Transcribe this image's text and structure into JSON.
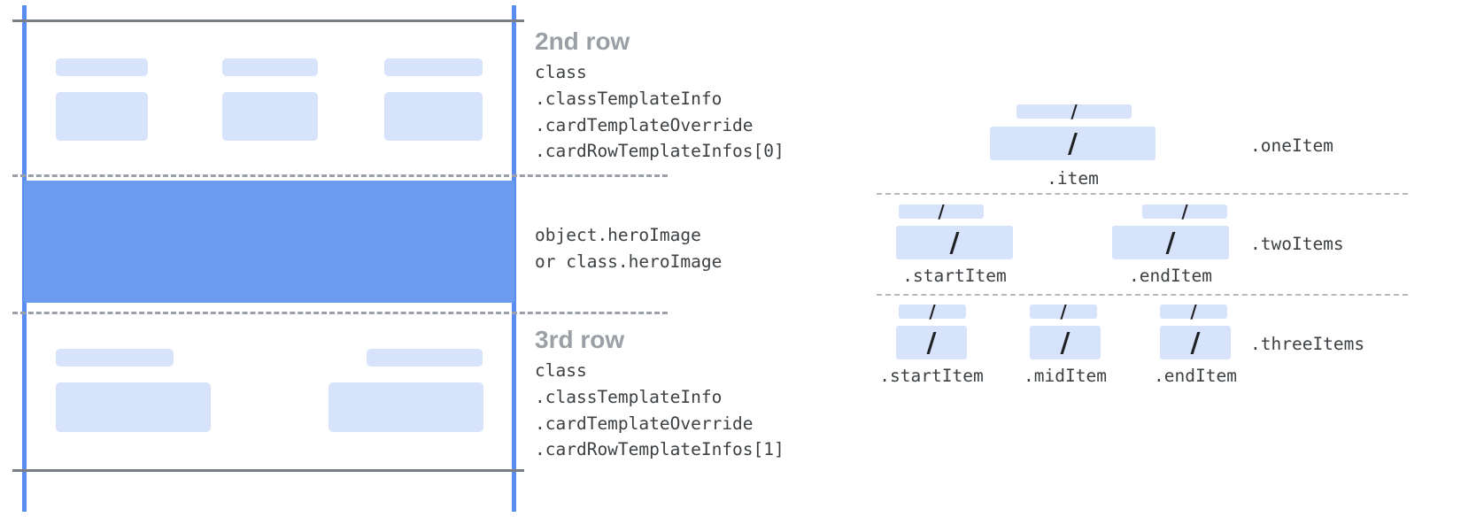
{
  "card": {
    "rows": [
      {
        "title": "2nd row",
        "code": "class\n.classTemplateInfo\n.cardTemplateOverride\n.cardRowTemplateInfos[0]"
      },
      {
        "title": "",
        "code": "object.heroImage\nor class.heroImage"
      },
      {
        "title": "3rd row",
        "code": "class\n.classTemplateInfo\n.cardTemplateOverride\n.cardRowTemplateInfos[1]"
      }
    ]
  },
  "items": {
    "slot_glyph": "/",
    "groups": [
      {
        "name": ".oneItem",
        "slots": [
          {
            "label": ".item"
          }
        ]
      },
      {
        "name": ".twoItems",
        "slots": [
          {
            "label": ".startItem"
          },
          {
            "label": ".endItem"
          }
        ]
      },
      {
        "name": ".threeItems",
        "slots": [
          {
            "label": ".startItem"
          },
          {
            "label": ".midItem"
          },
          {
            "label": ".endItem"
          }
        ]
      }
    ]
  },
  "colors": {
    "chip": "#d7e3fb",
    "hero": "#6a9bee",
    "rule_blue": "#5a8df0",
    "rule_gray": "#7a7f87",
    "dash_gray": "#9aa0a6",
    "title_gray": "#9aa0a6",
    "code_gray": "#3c4043"
  }
}
